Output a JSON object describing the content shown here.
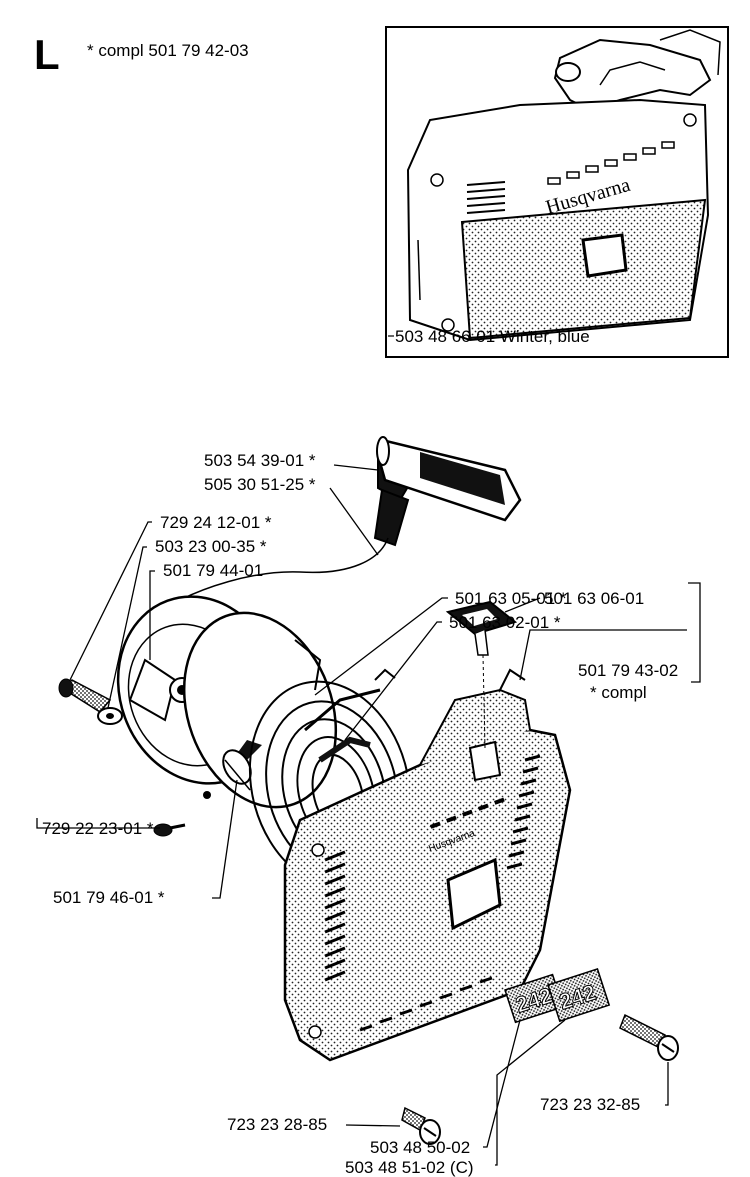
{
  "section": {
    "letter": "L",
    "compl_label": "* compl 501 79 42-03"
  },
  "inset": {
    "caption": "503 48 66-01 Winter, blue",
    "brand_text": "Husqvarna"
  },
  "parts": {
    "p1": "503 54 39-01  *",
    "p2": "505 30 51-25  *",
    "p3": "729 24 12-01  *",
    "p4": "503 23 00-35  *",
    "p5": "501 79 44-01",
    "p6": "501 63 05-01  *",
    "p7": "501 63 02-01  *",
    "p8": "501 63 06-01",
    "p9": "501 79 43-02",
    "p9_note": "* compl",
    "p10": "729 22 23-01  *",
    "p11": "501 79 46-01  *",
    "p12": "723 23 28-85",
    "p13": "723 23 32-85",
    "p14": "503 48 50-02",
    "p15": "503 48 51-02 (C)"
  },
  "decals": {
    "d1": "242",
    "d2": "242"
  }
}
